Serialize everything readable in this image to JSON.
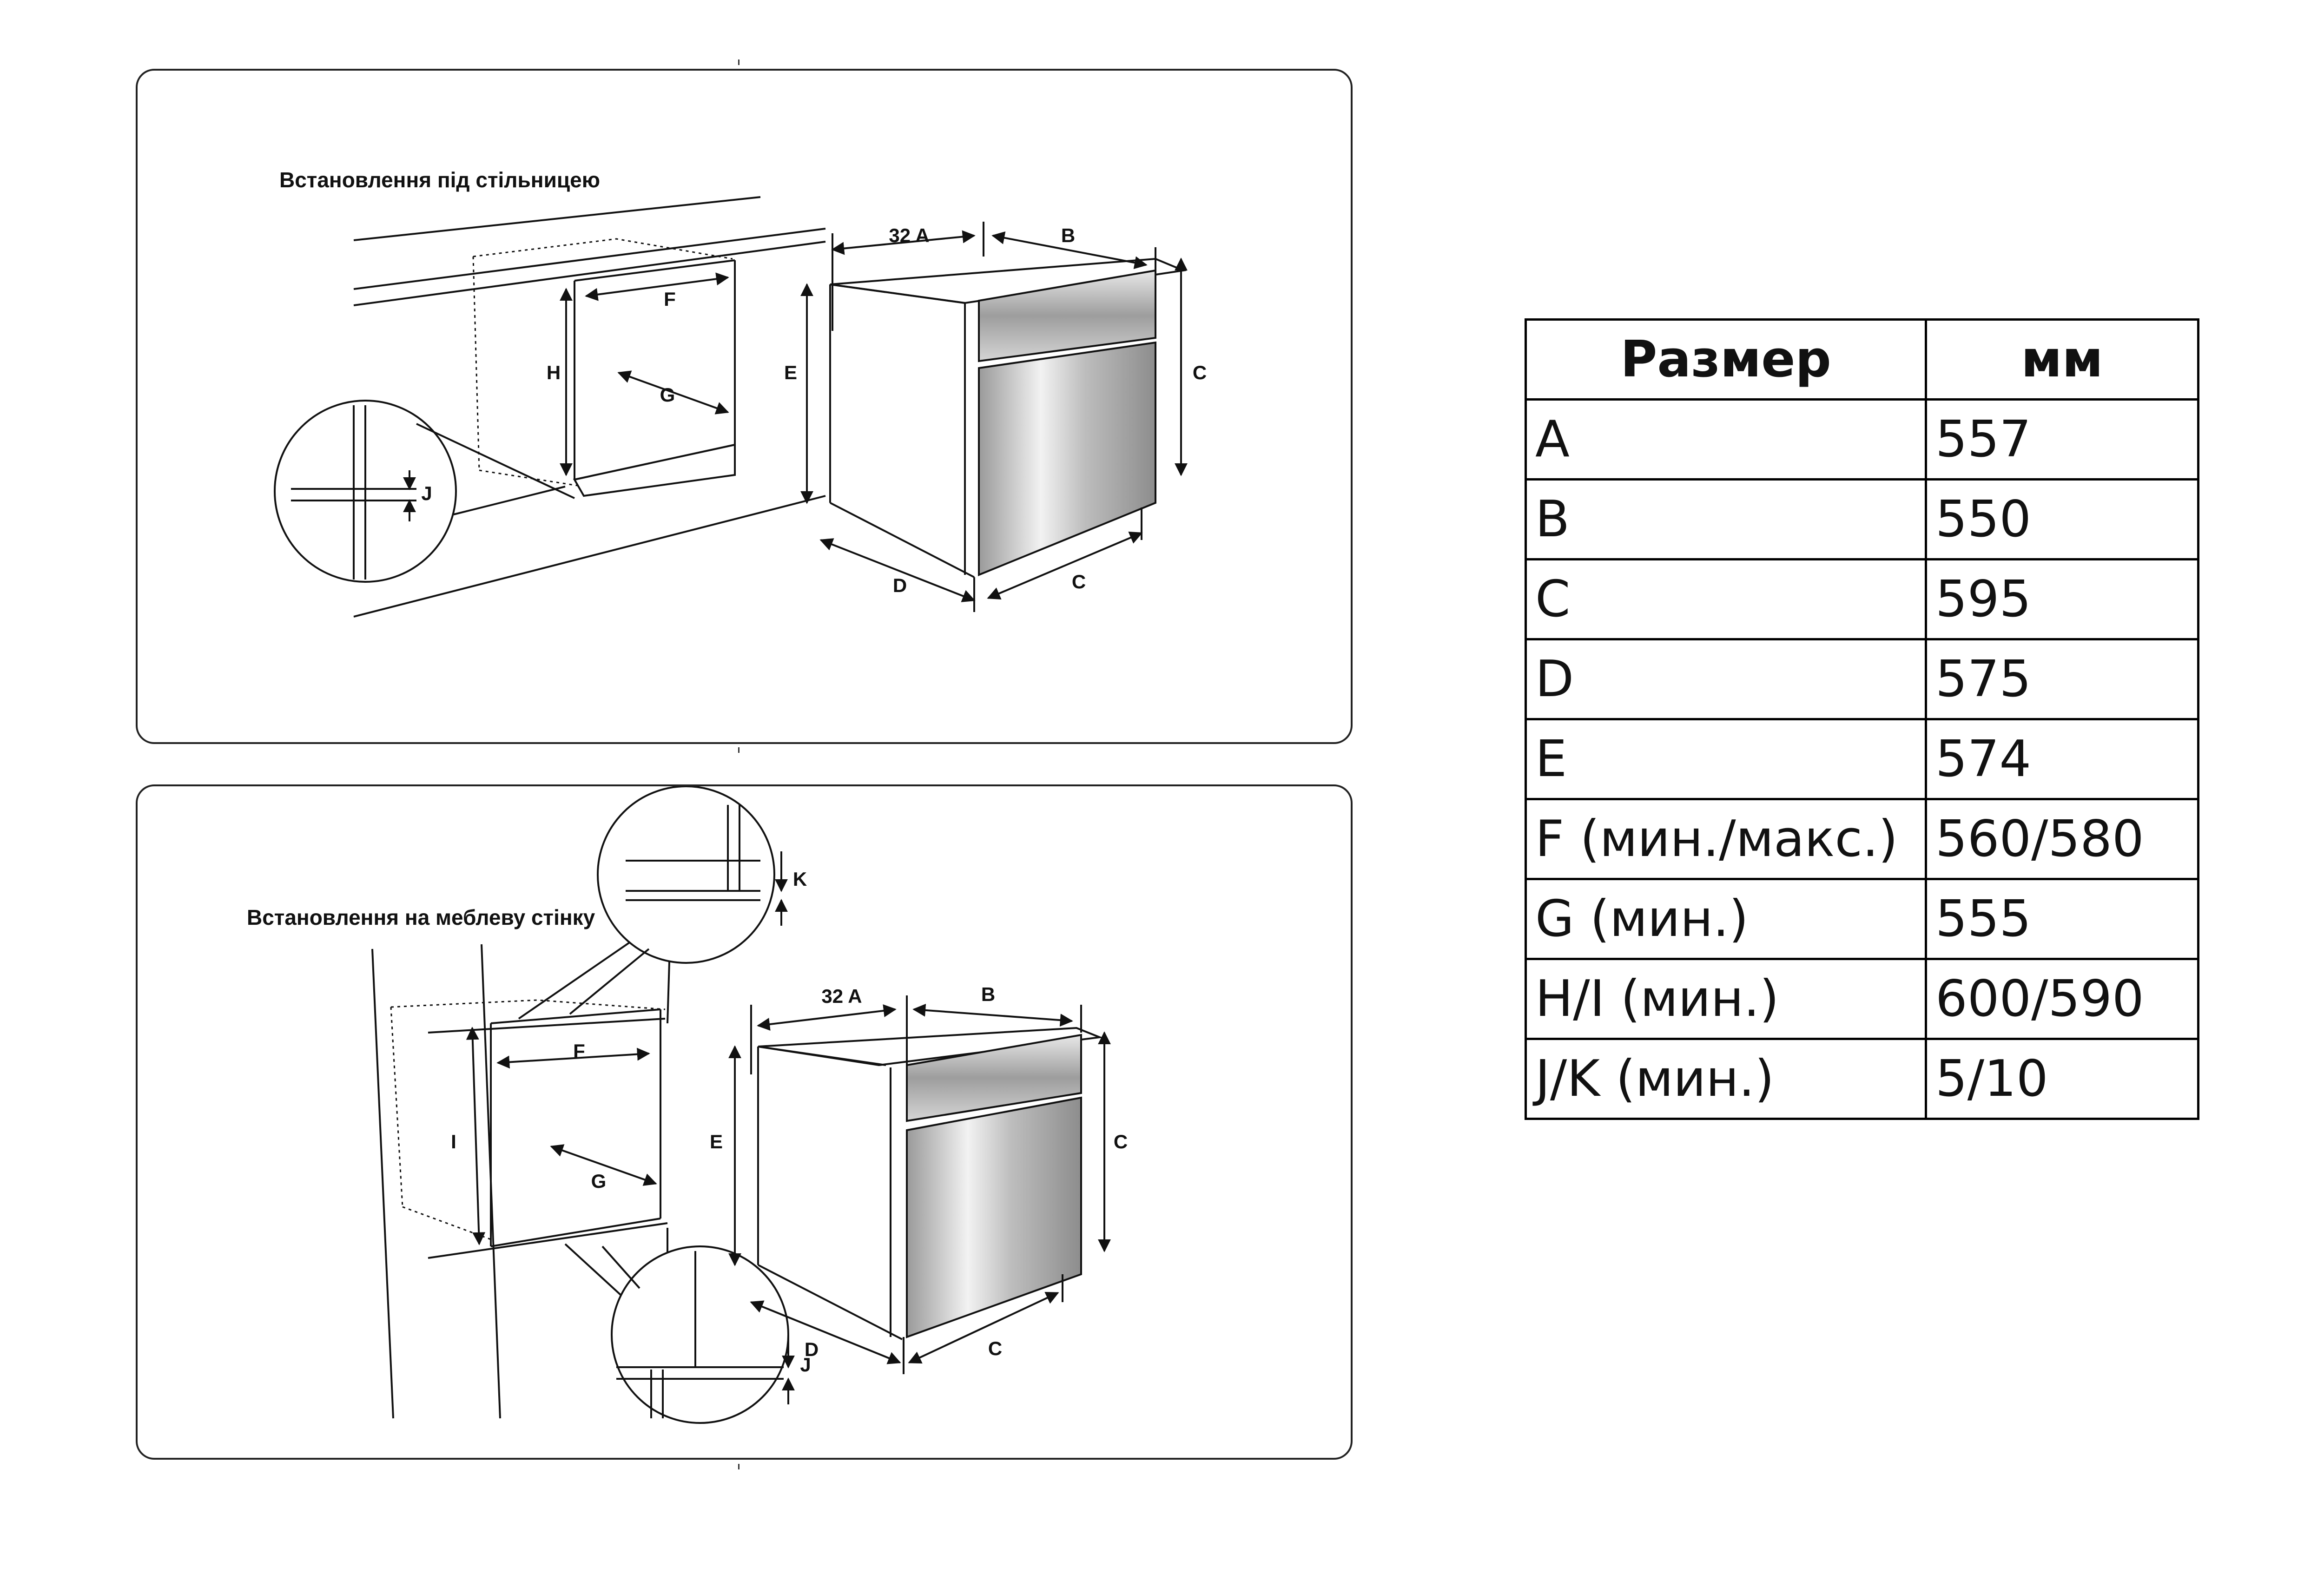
{
  "top_panel": {
    "title": "Встановлення під стільницею",
    "labels": {
      "a": "32 A",
      "b": "B",
      "c_vertical": "C",
      "c_diag": "C",
      "d": "D",
      "e": "E",
      "f": "F",
      "g": "G",
      "h": "H",
      "j": "J"
    }
  },
  "bottom_panel": {
    "title": "Встановлення на меблеву стінку",
    "labels": {
      "a": "32 A",
      "b": "B",
      "c_vertical": "C",
      "c_diag": "C",
      "d": "D",
      "e": "E",
      "f": "F",
      "g": "G",
      "i": "I",
      "j": "J",
      "k": "K"
    }
  },
  "dimension_table": {
    "headers": [
      "Размер",
      "мм"
    ],
    "rows": [
      [
        "A",
        "557"
      ],
      [
        "B",
        "550"
      ],
      [
        "C",
        "595"
      ],
      [
        "D",
        "575"
      ],
      [
        "E",
        "574"
      ],
      [
        "F (мин./макс.)",
        "560/580"
      ],
      [
        "G (мин.)",
        "555"
      ],
      [
        "H/I (мин.)",
        "600/590"
      ],
      [
        "J/K (мин.)",
        "5/10"
      ]
    ]
  }
}
